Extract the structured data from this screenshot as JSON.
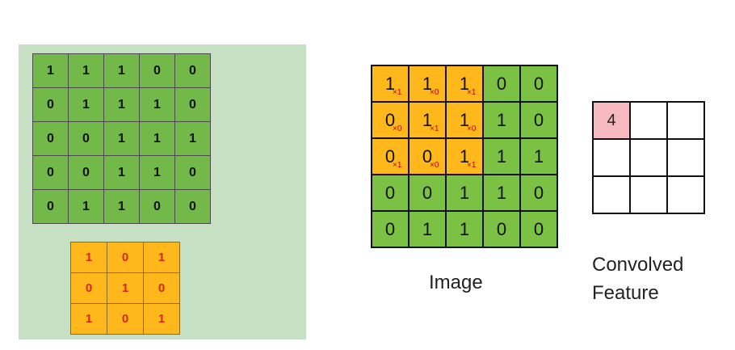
{
  "left_input": [
    [
      "1",
      "1",
      "1",
      "0",
      "0"
    ],
    [
      "0",
      "1",
      "1",
      "1",
      "0"
    ],
    [
      "0",
      "0",
      "1",
      "1",
      "1"
    ],
    [
      "0",
      "0",
      "1",
      "1",
      "0"
    ],
    [
      "0",
      "1",
      "1",
      "0",
      "0"
    ]
  ],
  "left_kernel": [
    [
      "1",
      "0",
      "1"
    ],
    [
      "0",
      "1",
      "0"
    ],
    [
      "1",
      "0",
      "1"
    ]
  ],
  "image_grid": [
    [
      "1",
      "1",
      "1",
      "0",
      "0"
    ],
    [
      "0",
      "1",
      "1",
      "1",
      "0"
    ],
    [
      "0",
      "0",
      "1",
      "1",
      "1"
    ],
    [
      "0",
      "0",
      "1",
      "1",
      "0"
    ],
    [
      "0",
      "1",
      "1",
      "0",
      "0"
    ]
  ],
  "kernel_subscripts": [
    [
      "×1",
      "×0",
      "×1"
    ],
    [
      "×0",
      "×1",
      "×0"
    ],
    [
      "×1",
      "×0",
      "×1"
    ]
  ],
  "feature_grid": [
    [
      "4",
      "",
      ""
    ],
    [
      "",
      "",
      ""
    ],
    [
      "",
      "",
      ""
    ]
  ],
  "labels": {
    "image": "Image",
    "feature_line1": "Convolved",
    "feature_line2": "Feature"
  },
  "colors": {
    "panel_bg": "#c5e0c2",
    "input_green": "#72b94a",
    "image_green": "#7bc143",
    "kernel_orange": "#ffb81c",
    "kernel_digit_red": "#d9261c",
    "feature_highlight": "#f7b9c0"
  }
}
